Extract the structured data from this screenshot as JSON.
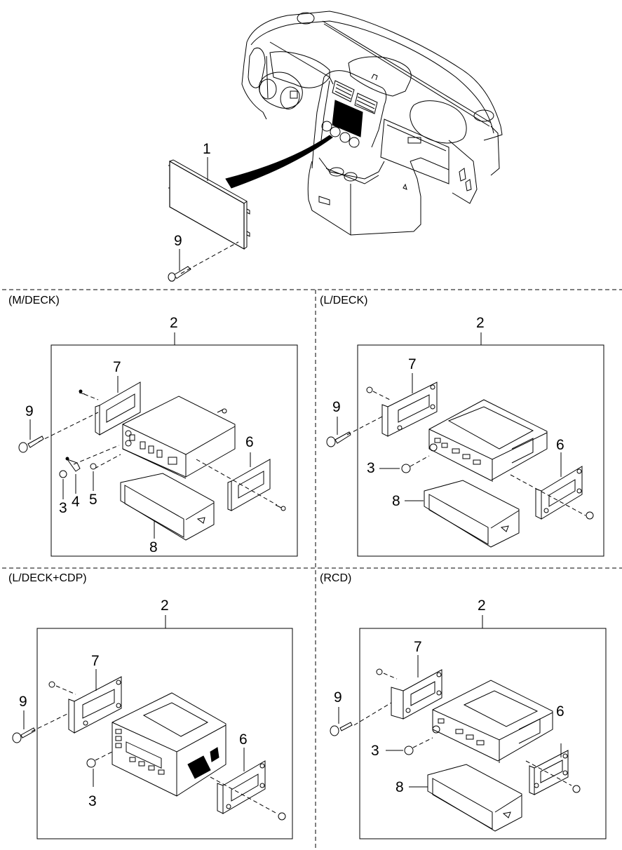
{
  "diagram": {
    "title_parts": {
      "top": {
        "callouts": [
          {
            "id": "1",
            "part": "panel"
          },
          {
            "id": "9",
            "part": "screw"
          }
        ]
      },
      "sections": [
        {
          "key": "m_deck",
          "label": "(M/DECK)",
          "assembly_number": "2",
          "callouts": [
            "7",
            "9",
            "6",
            "3",
            "4",
            "5",
            "8"
          ]
        },
        {
          "key": "l_deck",
          "label": "(L/DECK)",
          "assembly_number": "2",
          "callouts": [
            "7",
            "9",
            "3",
            "6",
            "8"
          ]
        },
        {
          "key": "l_deck_cdp",
          "label": "(L/DECK+CDP)",
          "assembly_number": "2",
          "callouts": [
            "7",
            "9",
            "6",
            "3"
          ]
        },
        {
          "key": "rcd",
          "label": "(RCD)",
          "assembly_number": "2",
          "callouts": [
            "7",
            "9",
            "3",
            "6",
            "8"
          ]
        }
      ]
    }
  },
  "colors": {
    "line": "#000000",
    "background": "#ffffff"
  }
}
